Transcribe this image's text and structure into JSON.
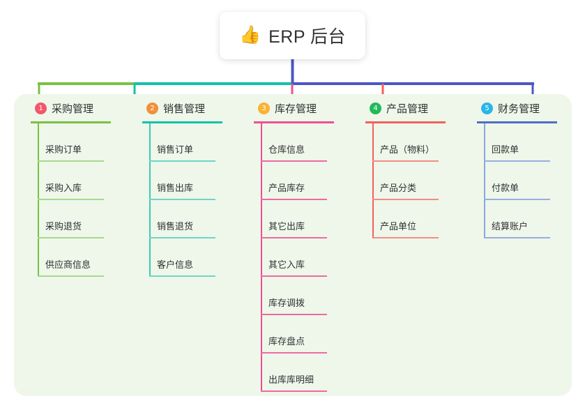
{
  "root": {
    "icon": "thumbs-up-icon",
    "icon_glyph": "👍",
    "title": "ERP 后台"
  },
  "panel": {
    "background_color": "#eef7ea"
  },
  "connector_colors": {
    "bar_left": "#7ac143",
    "bar_mid": "#13c2a6",
    "bar_right": "#4b56c8",
    "drop_root": "#4b56c8",
    "drop_1": "#7ac143",
    "drop_2": "#13c2a6",
    "drop_3": "#ef4f91",
    "drop_4": "#f4605c",
    "drop_5": "#4b56c8"
  },
  "columns": [
    {
      "index": "1",
      "title": "采购管理",
      "badge_color": "#f4566b",
      "rule_color": "#7ac143",
      "leaf_rule_color": "#a8d98b",
      "spine_color": "#7ac143",
      "items": [
        {
          "label": "采购订单"
        },
        {
          "label": "采购入库"
        },
        {
          "label": "采购退货"
        },
        {
          "label": "供应商信息"
        }
      ]
    },
    {
      "index": "2",
      "title": "销售管理",
      "badge_color": "#f2903a",
      "rule_color": "#13c2a6",
      "leaf_rule_color": "#6fd6c4",
      "spine_color": "#3fc9b4",
      "items": [
        {
          "label": "销售订单"
        },
        {
          "label": "销售出库"
        },
        {
          "label": "销售退货"
        },
        {
          "label": "客户信息"
        }
      ]
    },
    {
      "index": "3",
      "title": "库存管理",
      "badge_color": "#f9b233",
      "rule_color": "#ef4f91",
      "leaf_rule_color": "#ef68a1",
      "spine_color": "#ef4f91",
      "items": [
        {
          "label": "仓库信息"
        },
        {
          "label": "产品库存"
        },
        {
          "label": "其它出库"
        },
        {
          "label": "其它入库"
        },
        {
          "label": "库存调拨"
        },
        {
          "label": "库存盘点"
        },
        {
          "label": "出库库明细"
        }
      ]
    },
    {
      "index": "4",
      "title": "产品管理",
      "badge_color": "#22b95a",
      "rule_color": "#f4605c",
      "leaf_rule_color": "#f48b85",
      "spine_color": "#f4605c",
      "items": [
        {
          "label": "产品（物料）"
        },
        {
          "label": "产品分类"
        },
        {
          "label": "产品单位"
        }
      ]
    },
    {
      "index": "5",
      "title": "财务管理",
      "badge_color": "#29b6e8",
      "rule_color": "#4b6fc8",
      "leaf_rule_color": "#9aaddf",
      "spine_color": "#8fa4dc",
      "items": [
        {
          "label": "回款单"
        },
        {
          "label": "付款单"
        },
        {
          "label": "结算账户"
        }
      ]
    }
  ]
}
